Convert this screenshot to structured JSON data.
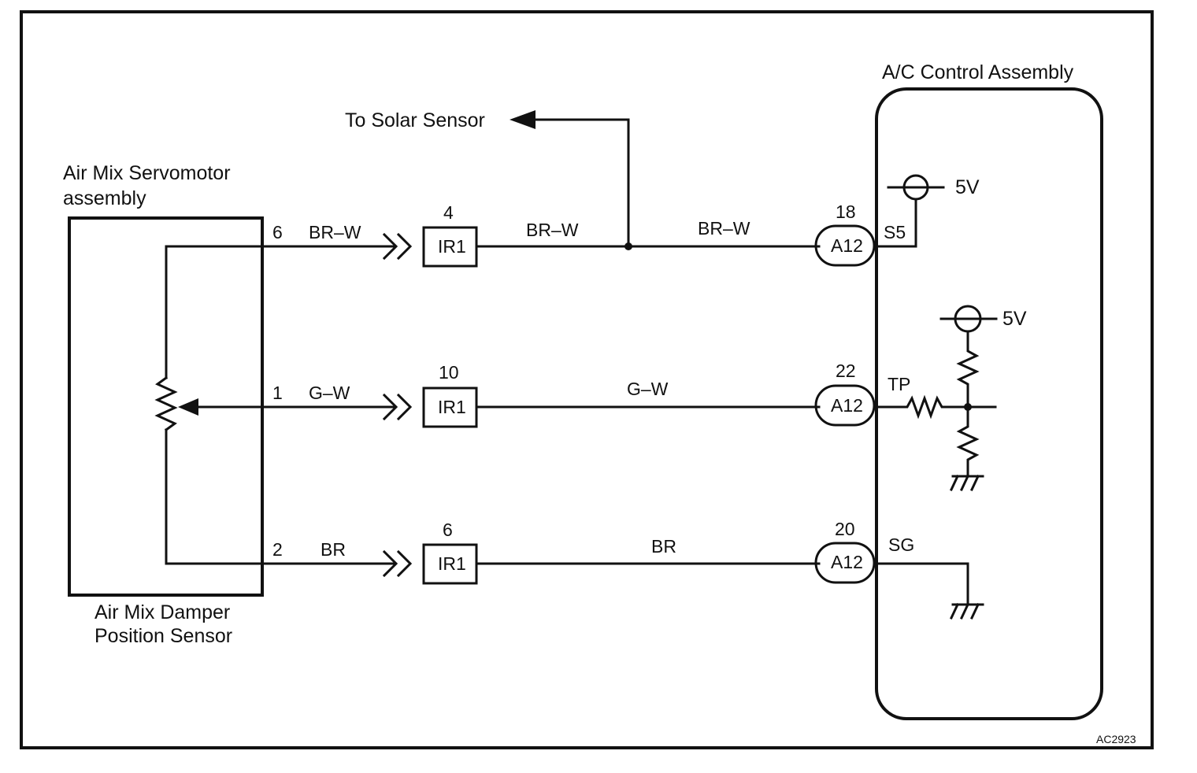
{
  "diagram": {
    "servomotor_label_line1": "Air Mix Servomotor",
    "servomotor_label_line2": "assembly",
    "sensor_label_line1": "Air Mix Damper",
    "sensor_label_line2": "Position Sensor",
    "ac_control_label": "A/C Control Assembly",
    "solar_label": "To Solar Sensor",
    "figure_code": "AC2923",
    "rows": [
      {
        "device_pin": "6",
        "wire_left": "BR–W",
        "ir_pin": "4",
        "ir_connector": "IR1",
        "wire_mid": "BR–W",
        "wire_right": "BR–W",
        "ecu_pin": "18",
        "ecu_connector": "A12",
        "terminal": "S5"
      },
      {
        "device_pin": "1",
        "wire_left": "G–W",
        "ir_pin": "10",
        "ir_connector": "IR1",
        "wire_mid": "G–W",
        "ecu_pin": "22",
        "ecu_connector": "A12",
        "terminal": "TP"
      },
      {
        "device_pin": "2",
        "wire_left": "BR",
        "ir_pin": "6",
        "ir_connector": "IR1",
        "wire_mid": "BR",
        "ecu_pin": "20",
        "ecu_connector": "A12",
        "terminal": "SG"
      }
    ],
    "supply_s5": "5V",
    "supply_tp": "5V"
  }
}
